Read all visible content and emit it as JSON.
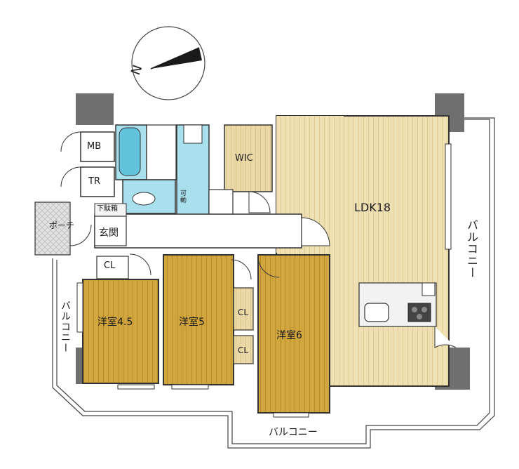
{
  "compass": {
    "label": "N"
  },
  "rooms": {
    "ldk": "LDK18",
    "wic": "WIC",
    "mb": "MB",
    "tr": "TR",
    "shoe_box": "下駄箱",
    "entrance": "玄関",
    "porch": "ポーチ",
    "cl_1": "CL",
    "cl_2": "CL",
    "cl_3": "CL",
    "room_45": "洋室4.5",
    "room_5": "洋室5",
    "room_6": "洋室6",
    "movable": "可動",
    "balcony_east": "バルコニー",
    "balcony_west": "バルコニー",
    "balcony_south": "バルコニー"
  },
  "colors": {
    "wall": "#6f6f6f",
    "ldk_floor": "#efe1b4",
    "room_floor": "#d2a63e",
    "wic_floor": "#ead8a6",
    "bath_floor": "#a9e0ee",
    "tile": "#dcdcdc",
    "line": "#333333"
  }
}
